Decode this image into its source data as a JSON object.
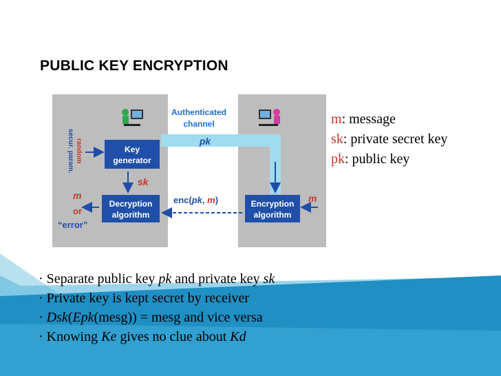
{
  "title": "PUBLIC KEY ENCRYPTION",
  "diagram": {
    "channel_label_1": "Authenticated",
    "channel_label_2": "channel",
    "pk_label": "pk",
    "sk_label": "sk",
    "random_label": "random",
    "secur_label": "secur. param.",
    "key_gen_1": "Key",
    "key_gen_2": "generator",
    "dec_1": "Decryption",
    "dec_2": "algorithm",
    "enc_1": "Encryption",
    "enc_2": "algorithm",
    "enc_prefix": "enc(",
    "enc_pk": "pk",
    "enc_comma": ", ",
    "enc_m": "m",
    "enc_suffix": ")",
    "m_in": "m",
    "m_out": "m",
    "or": "or",
    "error": "“error”"
  },
  "legend": [
    {
      "key": "m",
      "text": ": message"
    },
    {
      "key": "sk",
      "text": ": private secret key"
    },
    {
      "key": "pk",
      "text": ": public  key"
    }
  ],
  "bullets": {
    "b1_pre": "· Separate public key ",
    "b1_pk": "pk",
    "b1_mid": " and private key ",
    "b1_sk": "sk",
    "b2": "· Private key is kept secret by receiver",
    "b3_pre": "· ",
    "b3_dsk": "Dsk",
    "b3_p1": "(",
    "b3_epk": "Epk",
    "b3_rest": "(mesg)) = mesg and vice versa",
    "b4_pre": "· Knowing ",
    "b4_ke": "Ke",
    "b4_mid": " gives no clue about ",
    "b4_kd": "Kd"
  },
  "colors": {
    "stripe_light": "#7ec8e3",
    "stripe_dark": "#1f8fc4",
    "panel_gray": "#bdbdbd",
    "box_blue": "#1f4fa8",
    "channel_cyan": "#9fdcf0",
    "label_red": "#c0392b"
  }
}
